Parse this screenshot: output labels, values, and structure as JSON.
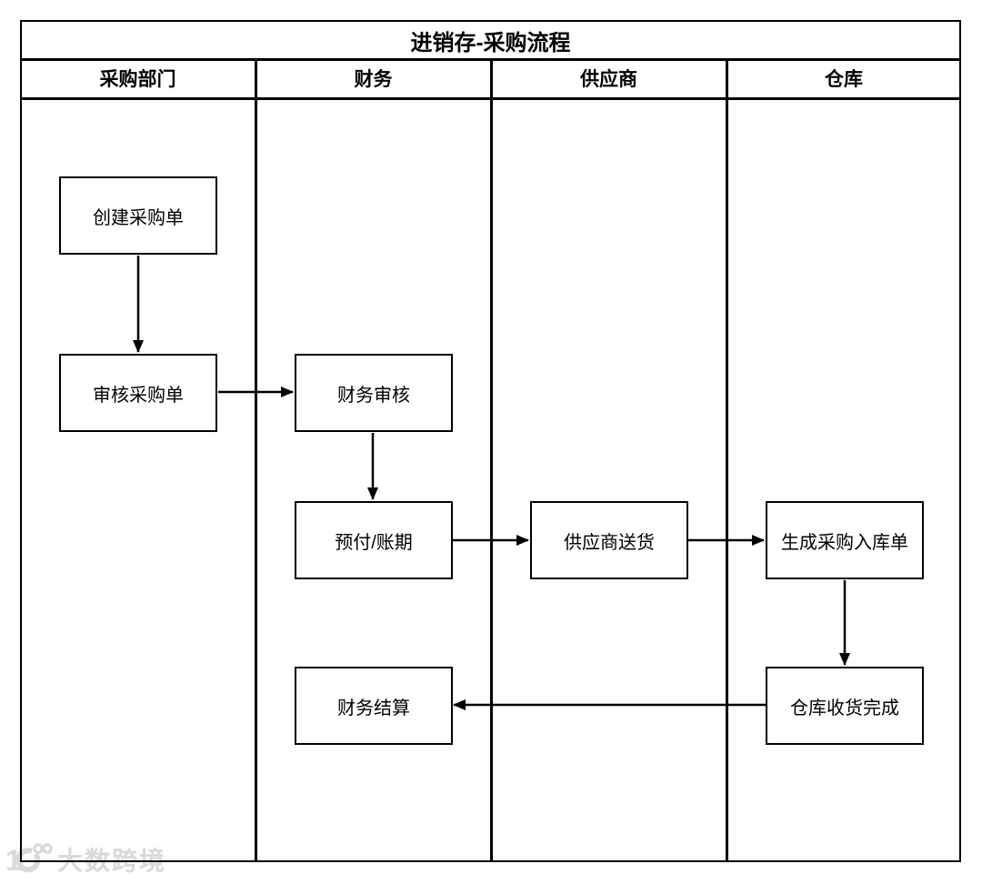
{
  "diagram": {
    "title": "进销存-采购流程",
    "lanes": [
      {
        "label": "采购部门"
      },
      {
        "label": "财务"
      },
      {
        "label": "供应商"
      },
      {
        "label": "仓库"
      }
    ],
    "nodes": [
      {
        "label": "创建采购单",
        "lane": "采购部门"
      },
      {
        "label": "审核采购单",
        "lane": "采购部门"
      },
      {
        "label": "财务审核",
        "lane": "财务"
      },
      {
        "label": "预付/账期",
        "lane": "财务"
      },
      {
        "label": "供应商送货",
        "lane": "供应商"
      },
      {
        "label": "生成采购入库单",
        "lane": "仓库"
      },
      {
        "label": "仓库收货完成",
        "lane": "仓库"
      },
      {
        "label": "财务结算",
        "lane": "财务"
      }
    ],
    "edges": [
      {
        "from": "创建采购单",
        "to": "审核采购单"
      },
      {
        "from": "审核采购单",
        "to": "财务审核"
      },
      {
        "from": "财务审核",
        "to": "预付/账期"
      },
      {
        "from": "预付/账期",
        "to": "供应商送货"
      },
      {
        "from": "供应商送货",
        "to": "生成采购入库单"
      },
      {
        "from": "生成采购入库单",
        "to": "仓库收货完成"
      },
      {
        "from": "仓库收货完成",
        "to": "财务结算"
      }
    ]
  },
  "watermark": {
    "text": "大数跨境"
  },
  "colors": {
    "line": "#000000",
    "background": "#ffffff",
    "watermark": "#d9d9d9"
  }
}
